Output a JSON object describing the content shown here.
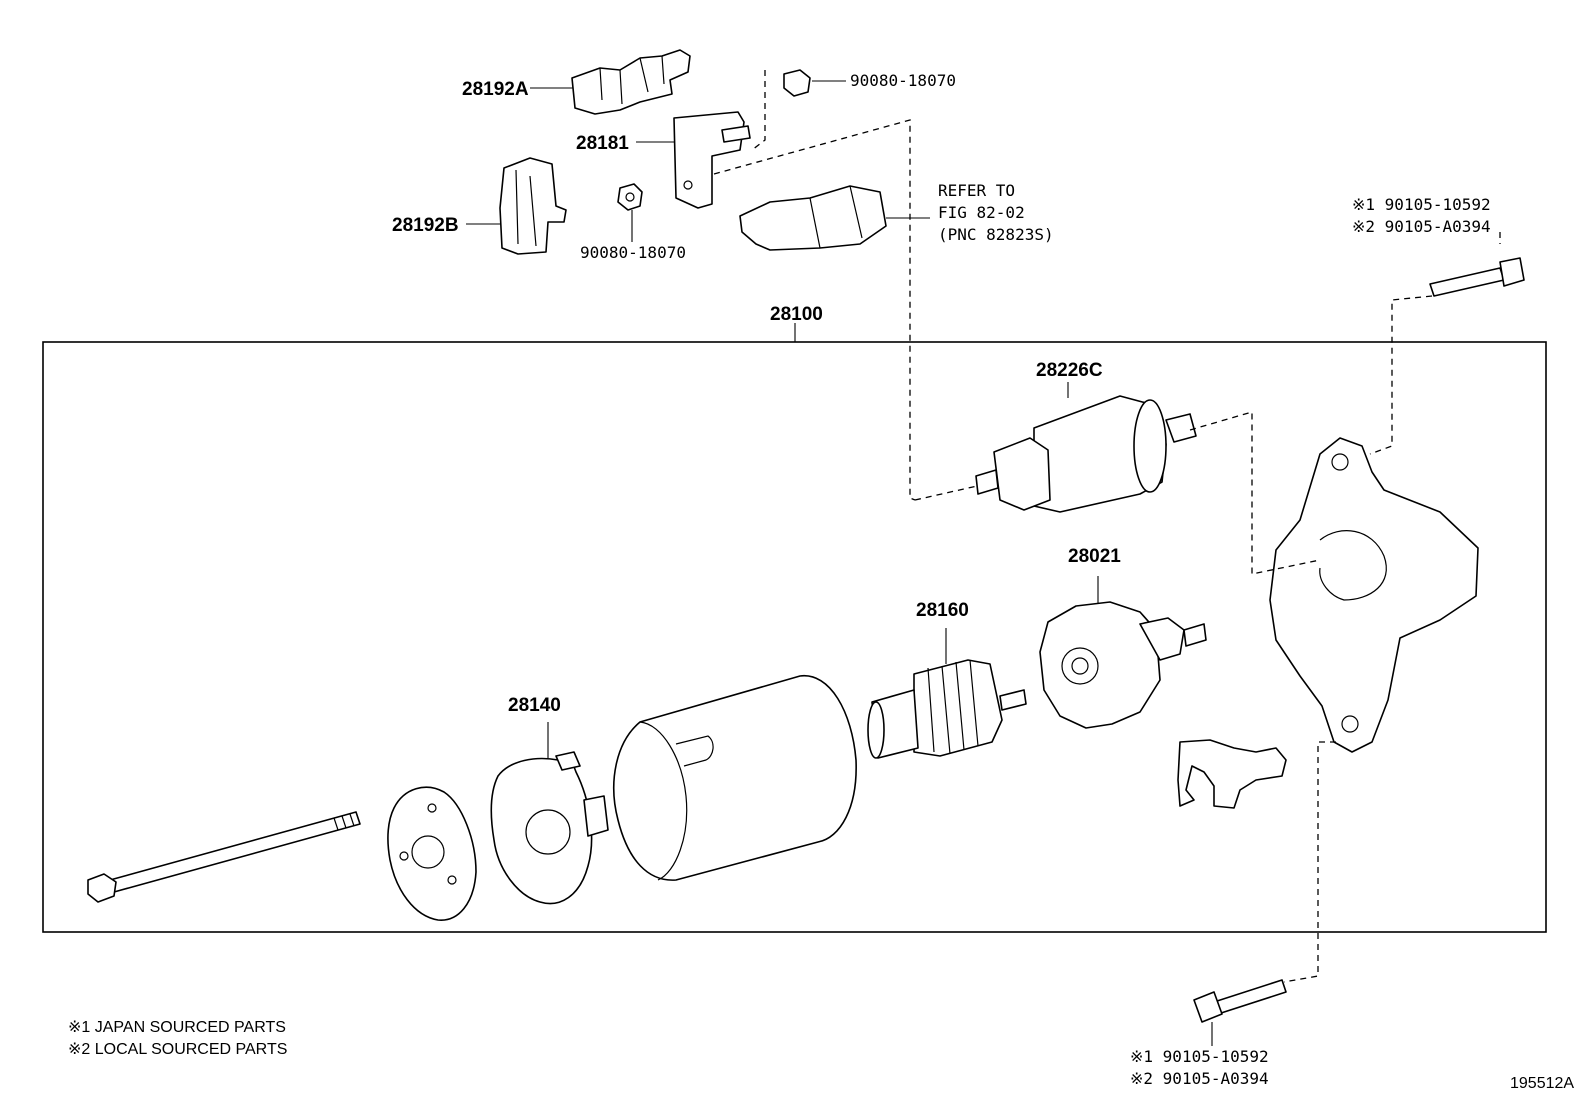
{
  "labels": {
    "p28192A": "28192A",
    "p28181": "28181",
    "p28192B": "28192B",
    "nut_top": "90080-18070",
    "nut_mid": "90080-18070",
    "refer_line1": "REFER TO",
    "refer_line2": "FIG 82-02",
    "refer_line3": "(PNC 82823S)",
    "p28100": "28100",
    "p28226C": "28226C",
    "p28021": "28021",
    "p28160": "28160",
    "p28140": "28140",
    "bolt_top_1": "※1 90105-10592",
    "bolt_top_2": "※2 90105-A0394",
    "bolt_bottom_1": "※1 90105-10592",
    "bolt_bottom_2": "※2 90105-A0394"
  },
  "notes": {
    "line1": "※1 JAPAN SOURCED PARTS",
    "line2": "※2 LOCAL SOURCED PARTS"
  },
  "figure_id": "195512A"
}
